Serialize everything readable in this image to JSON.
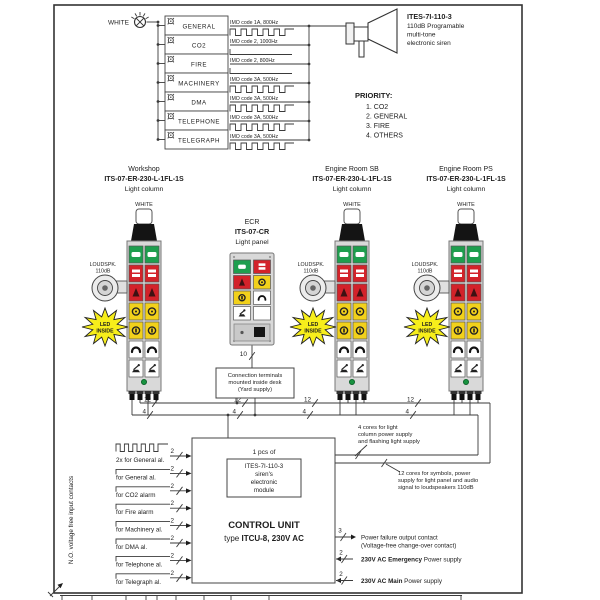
{
  "tone_generator": {
    "lamp_label": "WHITE",
    "channels": [
      {
        "name": "GENERAL",
        "imo": "IMO code 1A, 800Hz",
        "wave": "pulse"
      },
      {
        "name": "CO2",
        "imo": "IMO code 2, 1000Hz",
        "wave": "flat"
      },
      {
        "name": "FIRE",
        "imo": "IMO code 2, 800Hz",
        "wave": "flat"
      },
      {
        "name": "MACHINERY",
        "imo": "IMO code 3A, 500Hz",
        "wave": "pulse"
      },
      {
        "name": "DMA",
        "imo": "IMO code 3A, 500Hz",
        "wave": "pulse"
      },
      {
        "name": "TELEPHONE",
        "imo": "IMO code 3A, 500Hz",
        "wave": "pulse"
      },
      {
        "name": "TELEGRAPH",
        "imo": "IMO code 3A, 500Hz",
        "wave": "pulse"
      }
    ]
  },
  "siren": {
    "model": "ITES-7I-110-3",
    "desc": [
      "110dB Programable",
      "multi-tone",
      "electronic siren"
    ]
  },
  "priority": {
    "title": "PRIORITY:",
    "items": [
      "1. CO2",
      "2. GENERAL",
      "3. FIRE",
      "4. OTHERS"
    ]
  },
  "columns": [
    {
      "location": "Workshop",
      "model": "ITS-07-ER-230-L-1FL-1S",
      "type": "Light column",
      "lamp_label": "WHITE",
      "speaker_line1": "LOUDSPK.",
      "speaker_line2": "110dB",
      "led_badge": [
        "LED",
        "INSIDE"
      ]
    },
    {
      "location": "Engine Room SB",
      "model": "ITS-07-ER-230-L-1FL-1S",
      "type": "Light column",
      "lamp_label": "WHITE",
      "speaker_line1": "LOUDSPK.",
      "speaker_line2": "110dB",
      "led_badge": [
        "LED",
        "INSIDE"
      ]
    },
    {
      "location": "Engine Room PS",
      "model": "ITS-07-ER-230-L-1FL-1S",
      "type": "Light column",
      "lamp_label": "WHITE",
      "speaker_line1": "LOUDSPK.",
      "speaker_line2": "110dB",
      "led_badge": [
        "LED",
        "INSIDE"
      ]
    }
  ],
  "light_panel": {
    "location": "ECR",
    "model": "ITS-07-CR",
    "type": "Light panel"
  },
  "terminals_box": [
    "Connection terminals",
    "mounted inside desk",
    "(Yard supply)"
  ],
  "control_unit": {
    "pcs_label": "1 pcs of",
    "module": [
      "ITES-7I-110-3",
      "siren's",
      "electronic",
      "module"
    ],
    "title": "CONTROL UNIT",
    "type_prefix": "type ",
    "type_value": "ITCU-8, 230V AC"
  },
  "inputs": {
    "side_note": "N.O. voltage free input contacts",
    "cores": "2",
    "rows": [
      "2x for General al.",
      "for General al.",
      "for CO2 alarm",
      "for Fire alarm",
      "for Machinery al.",
      "for DMA al.",
      "for Telephone al.",
      "for Telegraph al."
    ]
  },
  "outputs": [
    {
      "cores": "3",
      "text": [
        "Power failure output contact",
        "(Voltage-free change-over contact)"
      ]
    },
    {
      "cores": "2",
      "bold": "230V AC Emergency",
      "rest": " Power supply"
    },
    {
      "cores": "2",
      "bold": "230V AC Main",
      "rest": " Power supply"
    }
  ],
  "cable_notes": {
    "four": [
      "4 cores for light",
      "column power supply",
      "and flashing light supply"
    ],
    "twelve": [
      "12 cores for symbols, power",
      "supply for light panel and audio",
      "signal to loudspeakers 110dB"
    ],
    "panel_cores": "10",
    "column_cores_a": "12",
    "column_cores_b": "4"
  }
}
